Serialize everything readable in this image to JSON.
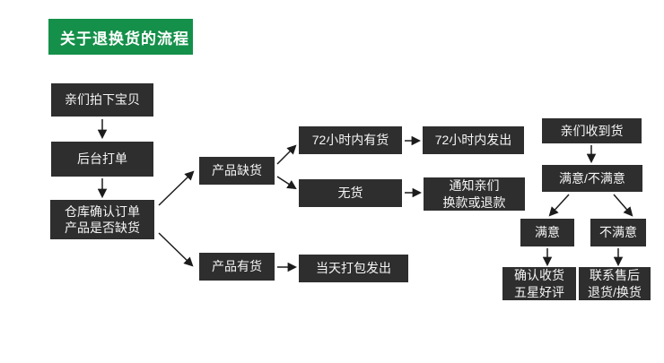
{
  "title": "关于退换货的流程",
  "colors": {
    "banner_green": "#14904a",
    "node_bg": "#2e2e2e",
    "node_text": "#f5f5f5",
    "arrow": "#1c1c1c",
    "background": "#ffffff"
  },
  "flowchart": {
    "nodes": {
      "place_order": {
        "label": "亲们拍下宝贝"
      },
      "print_order": {
        "label": "后台打单"
      },
      "warehouse_confirm": {
        "label": "仓库确认订单\n产品是否缺货"
      },
      "out_of_stock": {
        "label": "产品缺货"
      },
      "in_stock": {
        "label": "产品有货"
      },
      "stock_72h": {
        "label": "72小时内有货"
      },
      "ship_72h": {
        "label": "72小时内发出"
      },
      "no_stock": {
        "label": "无货"
      },
      "notify_exchange_refund": {
        "label": "通知亲们\n换款或退款"
      },
      "same_day_ship": {
        "label": "当天打包发出"
      },
      "received": {
        "label": "亲们收到货"
      },
      "satisfied_or_not": {
        "label": "满意/不满意"
      },
      "satisfied": {
        "label": "满意"
      },
      "unsatisfied": {
        "label": "不满意"
      },
      "confirm_receipt": {
        "label": "确认收货\n五星好评"
      },
      "contact_aftersales": {
        "label": "联系售后\n退货/换货"
      }
    },
    "edges": [
      {
        "from": "place_order",
        "to": "print_order"
      },
      {
        "from": "print_order",
        "to": "warehouse_confirm"
      },
      {
        "from": "warehouse_confirm",
        "to": "out_of_stock"
      },
      {
        "from": "warehouse_confirm",
        "to": "in_stock"
      },
      {
        "from": "out_of_stock",
        "to": "stock_72h"
      },
      {
        "from": "out_of_stock",
        "to": "no_stock"
      },
      {
        "from": "stock_72h",
        "to": "ship_72h"
      },
      {
        "from": "no_stock",
        "to": "notify_exchange_refund"
      },
      {
        "from": "in_stock",
        "to": "same_day_ship"
      },
      {
        "from": "received",
        "to": "satisfied_or_not"
      },
      {
        "from": "satisfied_or_not",
        "to": "satisfied"
      },
      {
        "from": "satisfied_or_not",
        "to": "unsatisfied"
      },
      {
        "from": "satisfied",
        "to": "confirm_receipt"
      },
      {
        "from": "unsatisfied",
        "to": "contact_aftersales"
      }
    ]
  }
}
